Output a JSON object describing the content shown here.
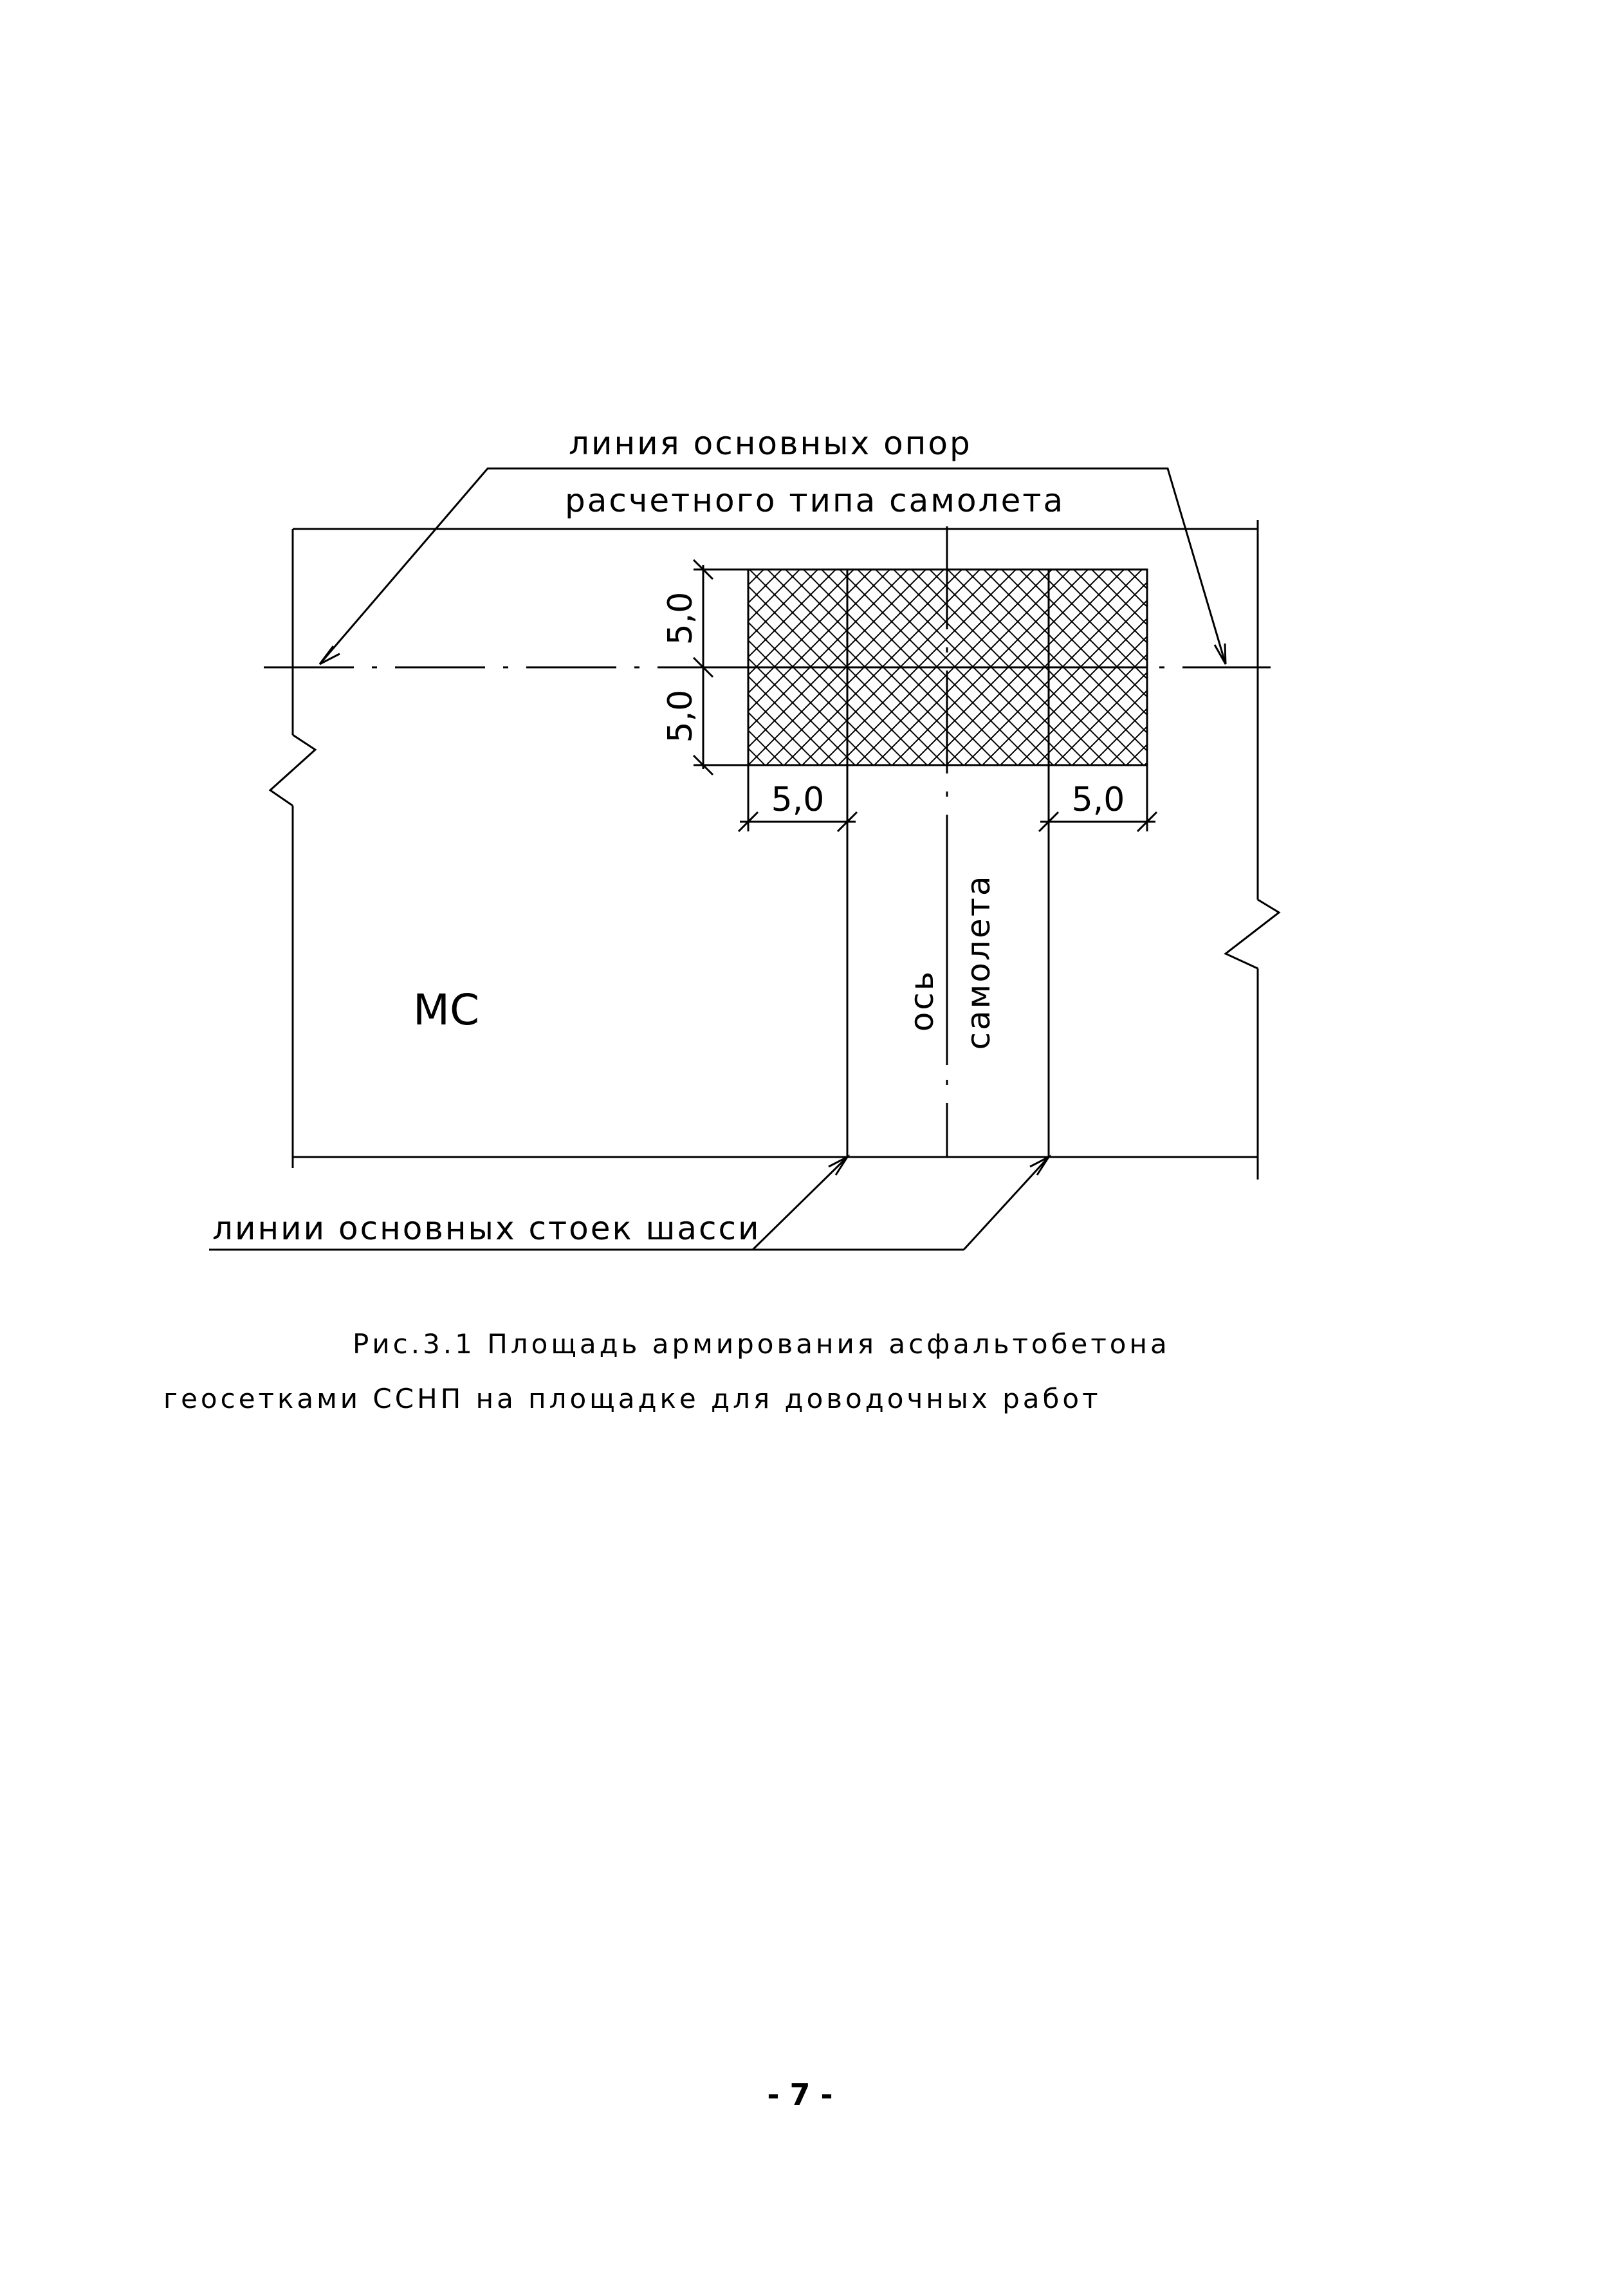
{
  "diagram": {
    "labels": {
      "support_line_1": "линия основных опор",
      "support_line_2": "расчетного типа самолета",
      "gear_lines": "линии основных стоек шасси",
      "zone": "МС",
      "axis_word": "ось",
      "axis_name": "самолета"
    },
    "dimensions": {
      "top_height": "5,0",
      "bottom_height": "5,0",
      "left_width": "5,0",
      "right_width": "5,0"
    }
  },
  "caption": {
    "line1": "Рис.3.1 Площадь армирования асфальтобетона",
    "line2": "геосетками ССНП на площадке для доводочных работ"
  },
  "page_number": "- 7 -"
}
